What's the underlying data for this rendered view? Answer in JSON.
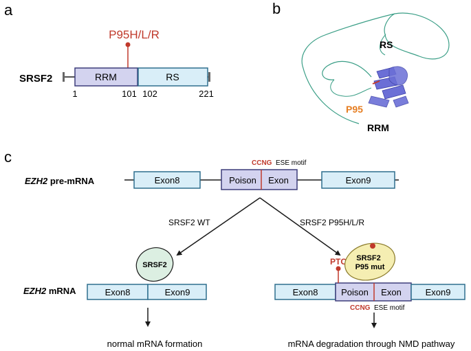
{
  "panel_a": {
    "label": "a",
    "protein": "SRSF2",
    "mutation": "P95H/L/R",
    "domains": [
      "RRM",
      "RS"
    ],
    "positions": [
      "1",
      "101",
      "102",
      "221"
    ]
  },
  "panel_b": {
    "label": "b",
    "rs_label": "RS",
    "rrm_label": "RRM",
    "site_label": "P95"
  },
  "panel_c": {
    "label": "c",
    "premrna_gene": "EZH2",
    "premrna_suffix": " pre-mRNA",
    "exon8": "Exon8",
    "exon9": "Exon9",
    "poison": "Poison",
    "exon": "Exon",
    "motif_seq": "CCNG",
    "motif_text": "ESE motif",
    "wt_label": "SRSF2 WT",
    "mut_label": "SRSF2 P95H/L/R",
    "mrna_gene": "EZH2",
    "mrna_suffix": " mRNA",
    "srsf2_wt_factor": "SRSF2",
    "srsf2_mut_line1": "SRSF2",
    "srsf2_mut_line2": "P95 mut",
    "ptc": "PTC",
    "outcome_left": "normal mRNA formation",
    "outcome_right": "mRNA degradation through NMD pathway"
  },
  "colors": {
    "red": "#c0392b",
    "orange": "#e67e22",
    "rrm_fill": "#d3d3ef",
    "exon_fill": "#d9eef8",
    "exon_stroke": "#2e6f8e",
    "rrm_stroke": "#3d3d7a",
    "wt_factor_fill": "#dcefe2",
    "mut_factor_fill": "#f5eeb2",
    "trace": "#3a9e86",
    "ribbon": "#6b6fd6"
  }
}
